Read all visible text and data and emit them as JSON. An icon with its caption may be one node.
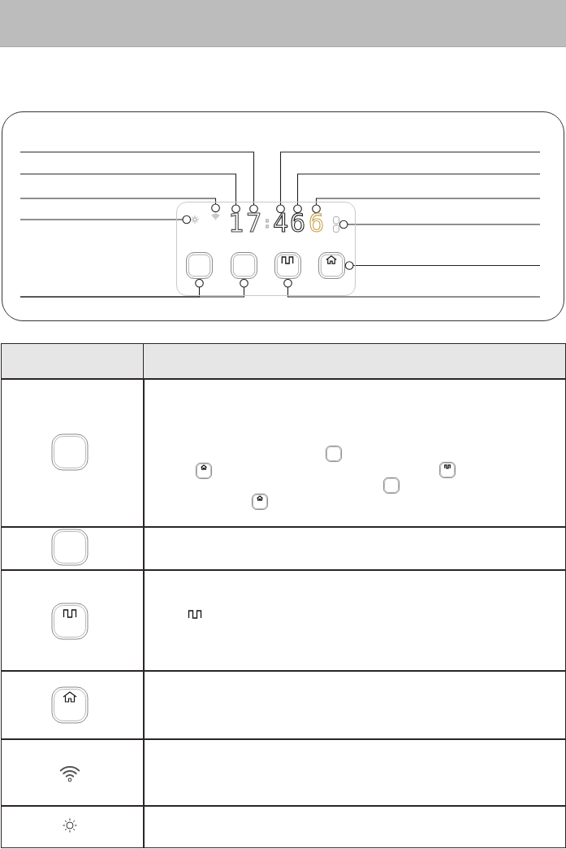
{
  "diagram": {
    "nodes": [
      {
        "text": [],
        "shape": "box"
      },
      {
        "text": [],
        "shape": "picture",
        "in": 0
      },
      {
        "text": [],
        "shape": "picture",
        "in": 0
      },
      {
        "text": [
          "1"
        ],
        "in": 0
      },
      {
        "text": [
          "7"
        ],
        "in": 0
      },
      {
        "text": [
          "4"
        ],
        "in": 0
      },
      {
        "text": [
          "6"
        ],
        "in": 0
      },
      {
        "text": [
          "6"
        ],
        "in": 0
      },
      {
        "text": [],
        "shape": "picture",
        "in": 0
      },
      {
        "text": [],
        "shape": "box",
        "in": 0
      },
      {
        "text": [],
        "shape": "box",
        "in": 0
      },
      {
        "text": [],
        "shape": "box",
        "in": 0
      },
      {
        "text": [],
        "shape": "box",
        "in": 0
      }
    ],
    "edges": [
      {
        "from": null,
        "to": 4,
        "arrow": "other"
      },
      {
        "from": null,
        "to": 3,
        "arrow": "other"
      },
      {
        "from": null,
        "to": 2,
        "arrow": "other"
      },
      {
        "from": null,
        "to": 1,
        "arrow": "other"
      },
      {
        "from": null,
        "to": 9,
        "arrow": "other"
      },
      {
        "from": null,
        "to": 10,
        "arrow": "other"
      },
      {
        "from": null,
        "to": 5,
        "arrow": "other"
      },
      {
        "from": null,
        "to": 6,
        "arrow": "other"
      },
      {
        "from": null,
        "to": 7,
        "arrow": "other"
      },
      {
        "from": null,
        "to": 8,
        "arrow": "other"
      },
      {
        "from": null,
        "to": 12,
        "arrow": "other"
      },
      {
        "from": null,
        "to": 11,
        "arrow": "other"
      }
    ],
    "labels": [
      ":"
    ]
  }
}
